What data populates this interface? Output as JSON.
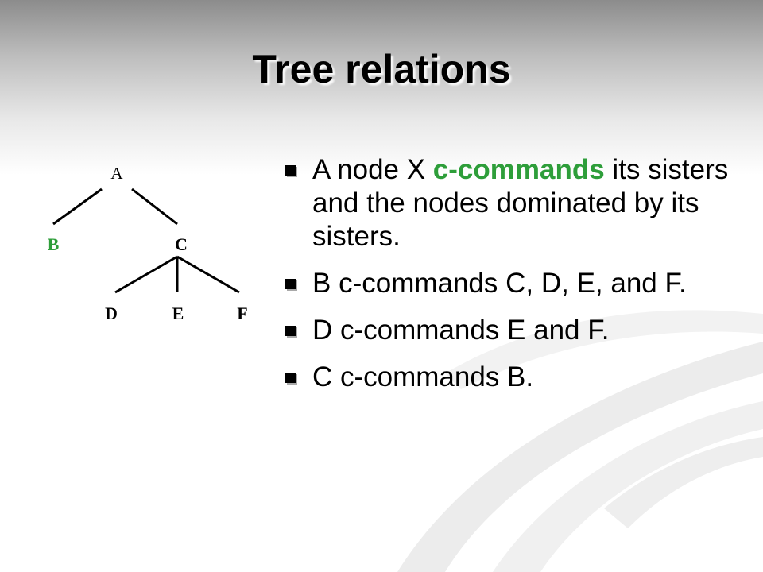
{
  "slide": {
    "title": "Tree relations",
    "accent_color": "#2e9e3a",
    "tree": {
      "nodes": {
        "a": "A",
        "b": "B",
        "c": "C",
        "d": "D",
        "e": "E",
        "f": "F"
      }
    },
    "bullets": [
      {
        "prefix": "A node X ",
        "highlight": "c-commands",
        "suffix": " its sisters and the nodes dominated by its sisters."
      },
      {
        "text": "B c-commands C, D, E, and F."
      },
      {
        "text": "D c-commands E and F."
      },
      {
        "text": "C c-commands B."
      }
    ]
  }
}
